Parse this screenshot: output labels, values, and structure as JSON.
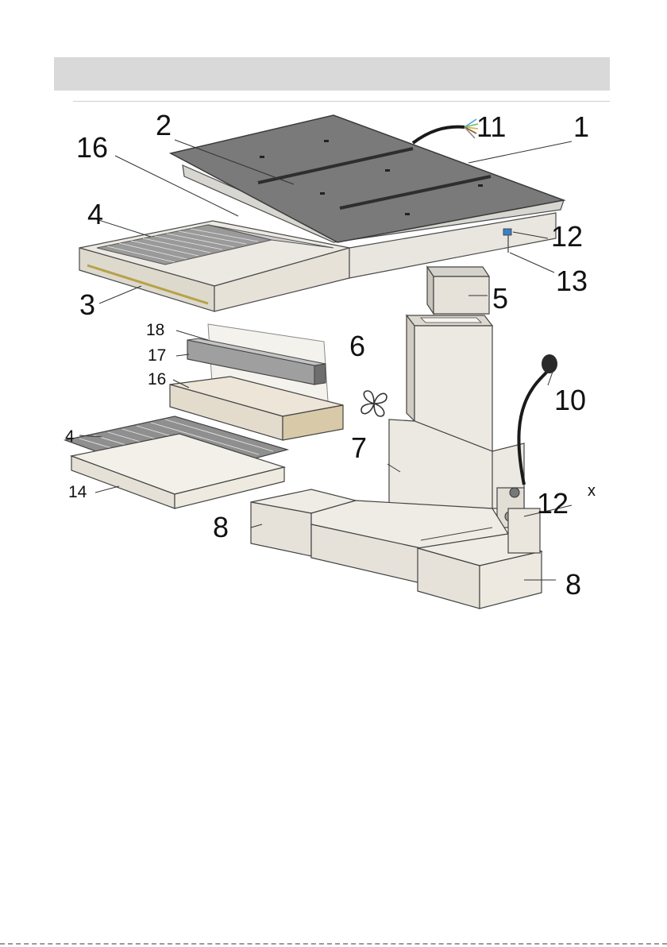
{
  "colors": {
    "header_bar": "#d9d9d9",
    "hob_top": "#7a7a7a",
    "duct_fill": "#ece9e2",
    "outline": "#4a4a4a",
    "filter_mesh": "#8d8d8d",
    "cable": "#1a1a1a"
  },
  "callouts": {
    "c1": "1",
    "c2": "2",
    "c3": "3",
    "c4a": "4",
    "c4b": "4",
    "c5": "5",
    "c6": "6",
    "c7": "7",
    "c8a": "8",
    "c8b": "8",
    "c10": "10",
    "c11": "11",
    "c12a": "12",
    "c12b": "12",
    "c12b_sup": "x",
    "c13": "13",
    "c14": "14",
    "c16a": "16",
    "c16b": "16",
    "c17": "17",
    "c18": "18"
  },
  "icons": {
    "fan": "fan-icon"
  }
}
